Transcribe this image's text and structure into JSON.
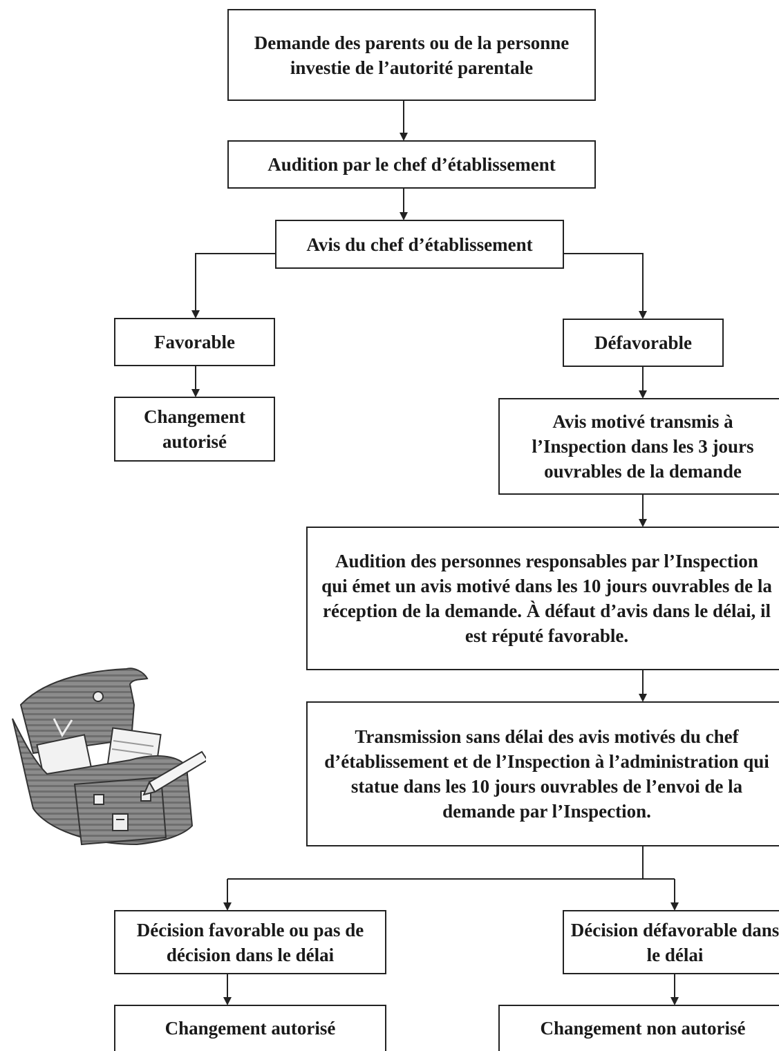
{
  "flowchart": {
    "demande": "Demande des parents ou de la personne investie de l’autorité parentale",
    "audition": "Audition par le chef d’établissement",
    "avis": "Avis du chef d’établissement",
    "favorable": "Favorable",
    "defavorable": "Défavorable",
    "changement_autorise_1": "Changement autorisé",
    "avis_motive": "Avis motivé transmis à l’Inspection dans les 3 jours ouvrables de la demande",
    "audition_inspection": "Audition des personnes responsables par l’Inspection qui émet un avis motivé dans les 10 jours ouvrables de la réception de la demande. À défaut d’avis dans le délai, il est réputé favorable.",
    "transmission": "Transmission sans délai des avis motivés du chef d’établissement et de l’Inspection à l’administration qui statue dans les 10 jours ouvrables de l’envoi de la demande par l’Inspection.",
    "decision_favorable": "Décision favorable ou pas de décision dans le délai",
    "decision_defavorable": "Décision défavorable dans le délai",
    "changement_autorise_2": "Changement autorisé",
    "changement_non_autorise": "Changement non autorisé"
  },
  "illustration": {
    "icon": "school-bag-icon",
    "bag_color": "#8c8c8c",
    "paper_color": "#f2f2f2"
  },
  "colors": {
    "border": "#222222",
    "text": "#1a1a1a",
    "background": "#ffffff"
  }
}
